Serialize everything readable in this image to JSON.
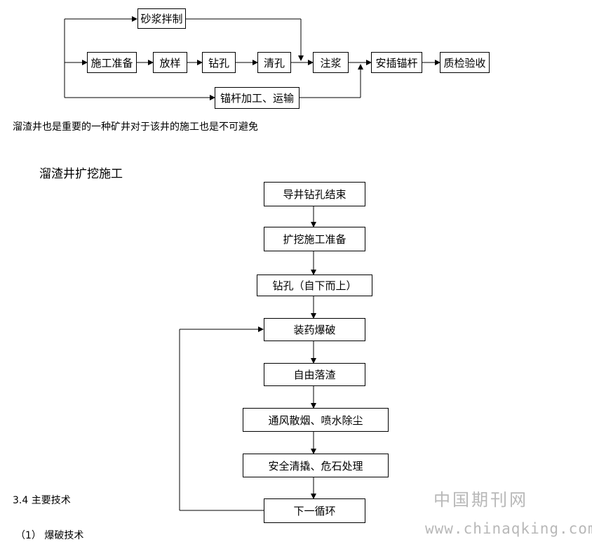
{
  "flow1": {
    "mortar": "砂浆拌制",
    "prep": "施工准备",
    "layout": "放样",
    "drill": "钻孔",
    "clean": "清孔",
    "grout": "注浆",
    "install": "安插锚杆",
    "inspect": "质检验收",
    "process": "锚杆加工、运输"
  },
  "paragraph": "溜渣井也是重要的一种矿井对于该井的施工也是不可避免",
  "section_heading": "溜渣井扩挖施工",
  "flow2": {
    "step1": "导井钻孔结束",
    "step2": "扩挖施工准备",
    "step3": "钻孔（自下而上）",
    "step4": "装药爆破",
    "step5": "自由落渣",
    "step6": "通风散烟、喷水除尘",
    "step7": "安全清撬、危石处理",
    "step8": "下一循环"
  },
  "heading_34": "3.4 主要技术",
  "heading_1": "（1） 爆破技术",
  "watermark": {
    "cn": "中国期刊网",
    "url": "www.chinaqking.com"
  }
}
